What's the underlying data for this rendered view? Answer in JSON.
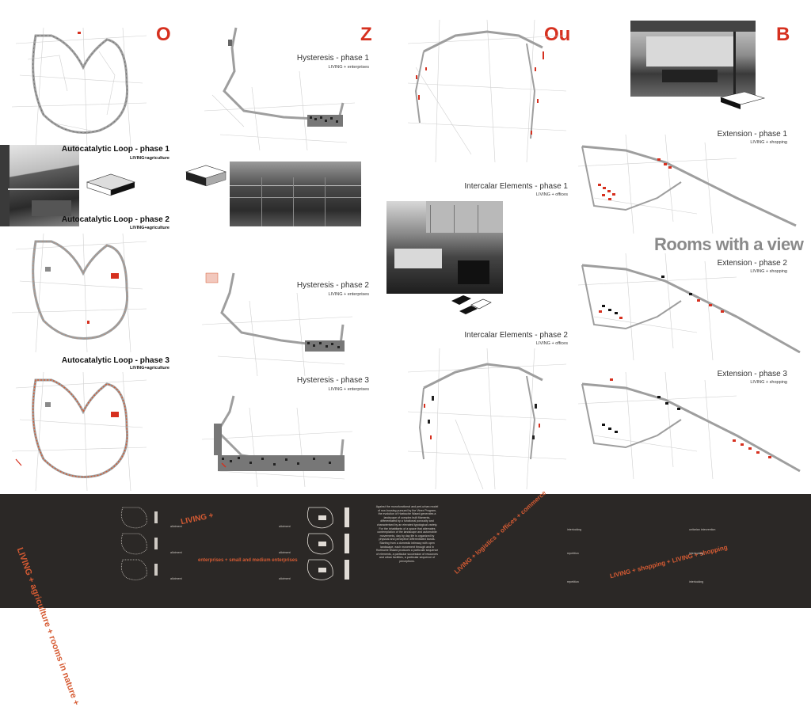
{
  "letters": [
    "O",
    "Z",
    "Ou",
    "B"
  ],
  "heading": "Rooms with a view",
  "columns": {
    "o": {
      "phase1": {
        "title": "Autocatalytic Loop - phase 1",
        "subtitle": "LIVING+agriculture"
      },
      "phase2": {
        "title": "Autocatalytic Loop - phase 2",
        "subtitle": "LIVING+agriculture"
      },
      "phase3": {
        "title": "Autocatalytic Loop - phase 3",
        "subtitle": "LIVING+agriculture"
      }
    },
    "z": {
      "phase1": {
        "title": "Hysteresis - phase 1",
        "subtitle": "LIVING + enterprises"
      },
      "phase2": {
        "title": "Hysteresis - phase 2",
        "subtitle": "LIVING + enterprises"
      },
      "phase3": {
        "title": "Hysteresis - phase 3",
        "subtitle": "LIVING + enterprises"
      }
    },
    "ou": {
      "phase1": {
        "title": "Intercalar Elements - phase 1",
        "subtitle": "LIVING + offices"
      },
      "phase2": {
        "title": "Intercalar Elements - phase 2",
        "subtitle": "LIVING + offices"
      }
    },
    "b": {
      "phase1": {
        "title": "Extension - phase 1",
        "subtitle": "LIVING + shopping"
      },
      "phase2": {
        "title": "Extension - phase 2",
        "subtitle": "LIVING + shopping"
      },
      "phase3": {
        "title": "Extension - phase 3",
        "subtitle": "LIVING + shopping"
      }
    }
  },
  "strip": {
    "curve_o": "LIVING + agriculture + rooms in nature +",
    "curve_z_top": "LIVING +",
    "curve_z_mid": "enterprises + small and medium enterprises",
    "curve_ou": "LIVING + logistics + offices + commerce",
    "curve_b": "LIVING + shopping + LIVING + shopping",
    "label_allotment": "allotment",
    "label_repetition": "repetition",
    "label_interlocking": "interlocking",
    "label_unitarian": "unitarian intervention",
    "paragraph": "Against the monofunctional and peri-urban model of row-housing pursued by the Vinex Program, the evolution of Hoeksche Waard generates a landscape of complex built filaments, differentiated by a functional porousity and characterised by an elevated typological variety. For the inhabitants of a space that alternates contemplation of the landscape and automobile movements, day by day life is organized by physical and perceptive differentiated bands. Starting from a domestic intimacy with open landscape, each movement through and in Hoeksche Waard produces a particular sequence of elements, a particular succession of resources and urban facilities, a particular sequence of perceptions."
  },
  "colors": {
    "accent": "#d6301f",
    "strip": "#2b2826",
    "strip_text": "#d65b33"
  }
}
